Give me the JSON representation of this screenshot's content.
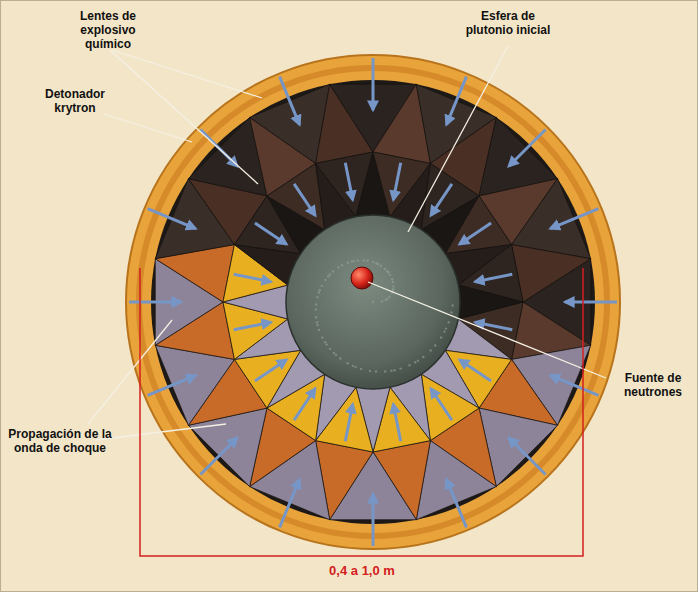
{
  "diagram": {
    "labels": [
      "Lentes de explosivo químico",
      "Esfera de plutonio inicial",
      "Detonador krytron",
      "Propagación de la onda de choque",
      "Fuente de neutrones",
      "0,4 a 1,0 m"
    ]
  }
}
